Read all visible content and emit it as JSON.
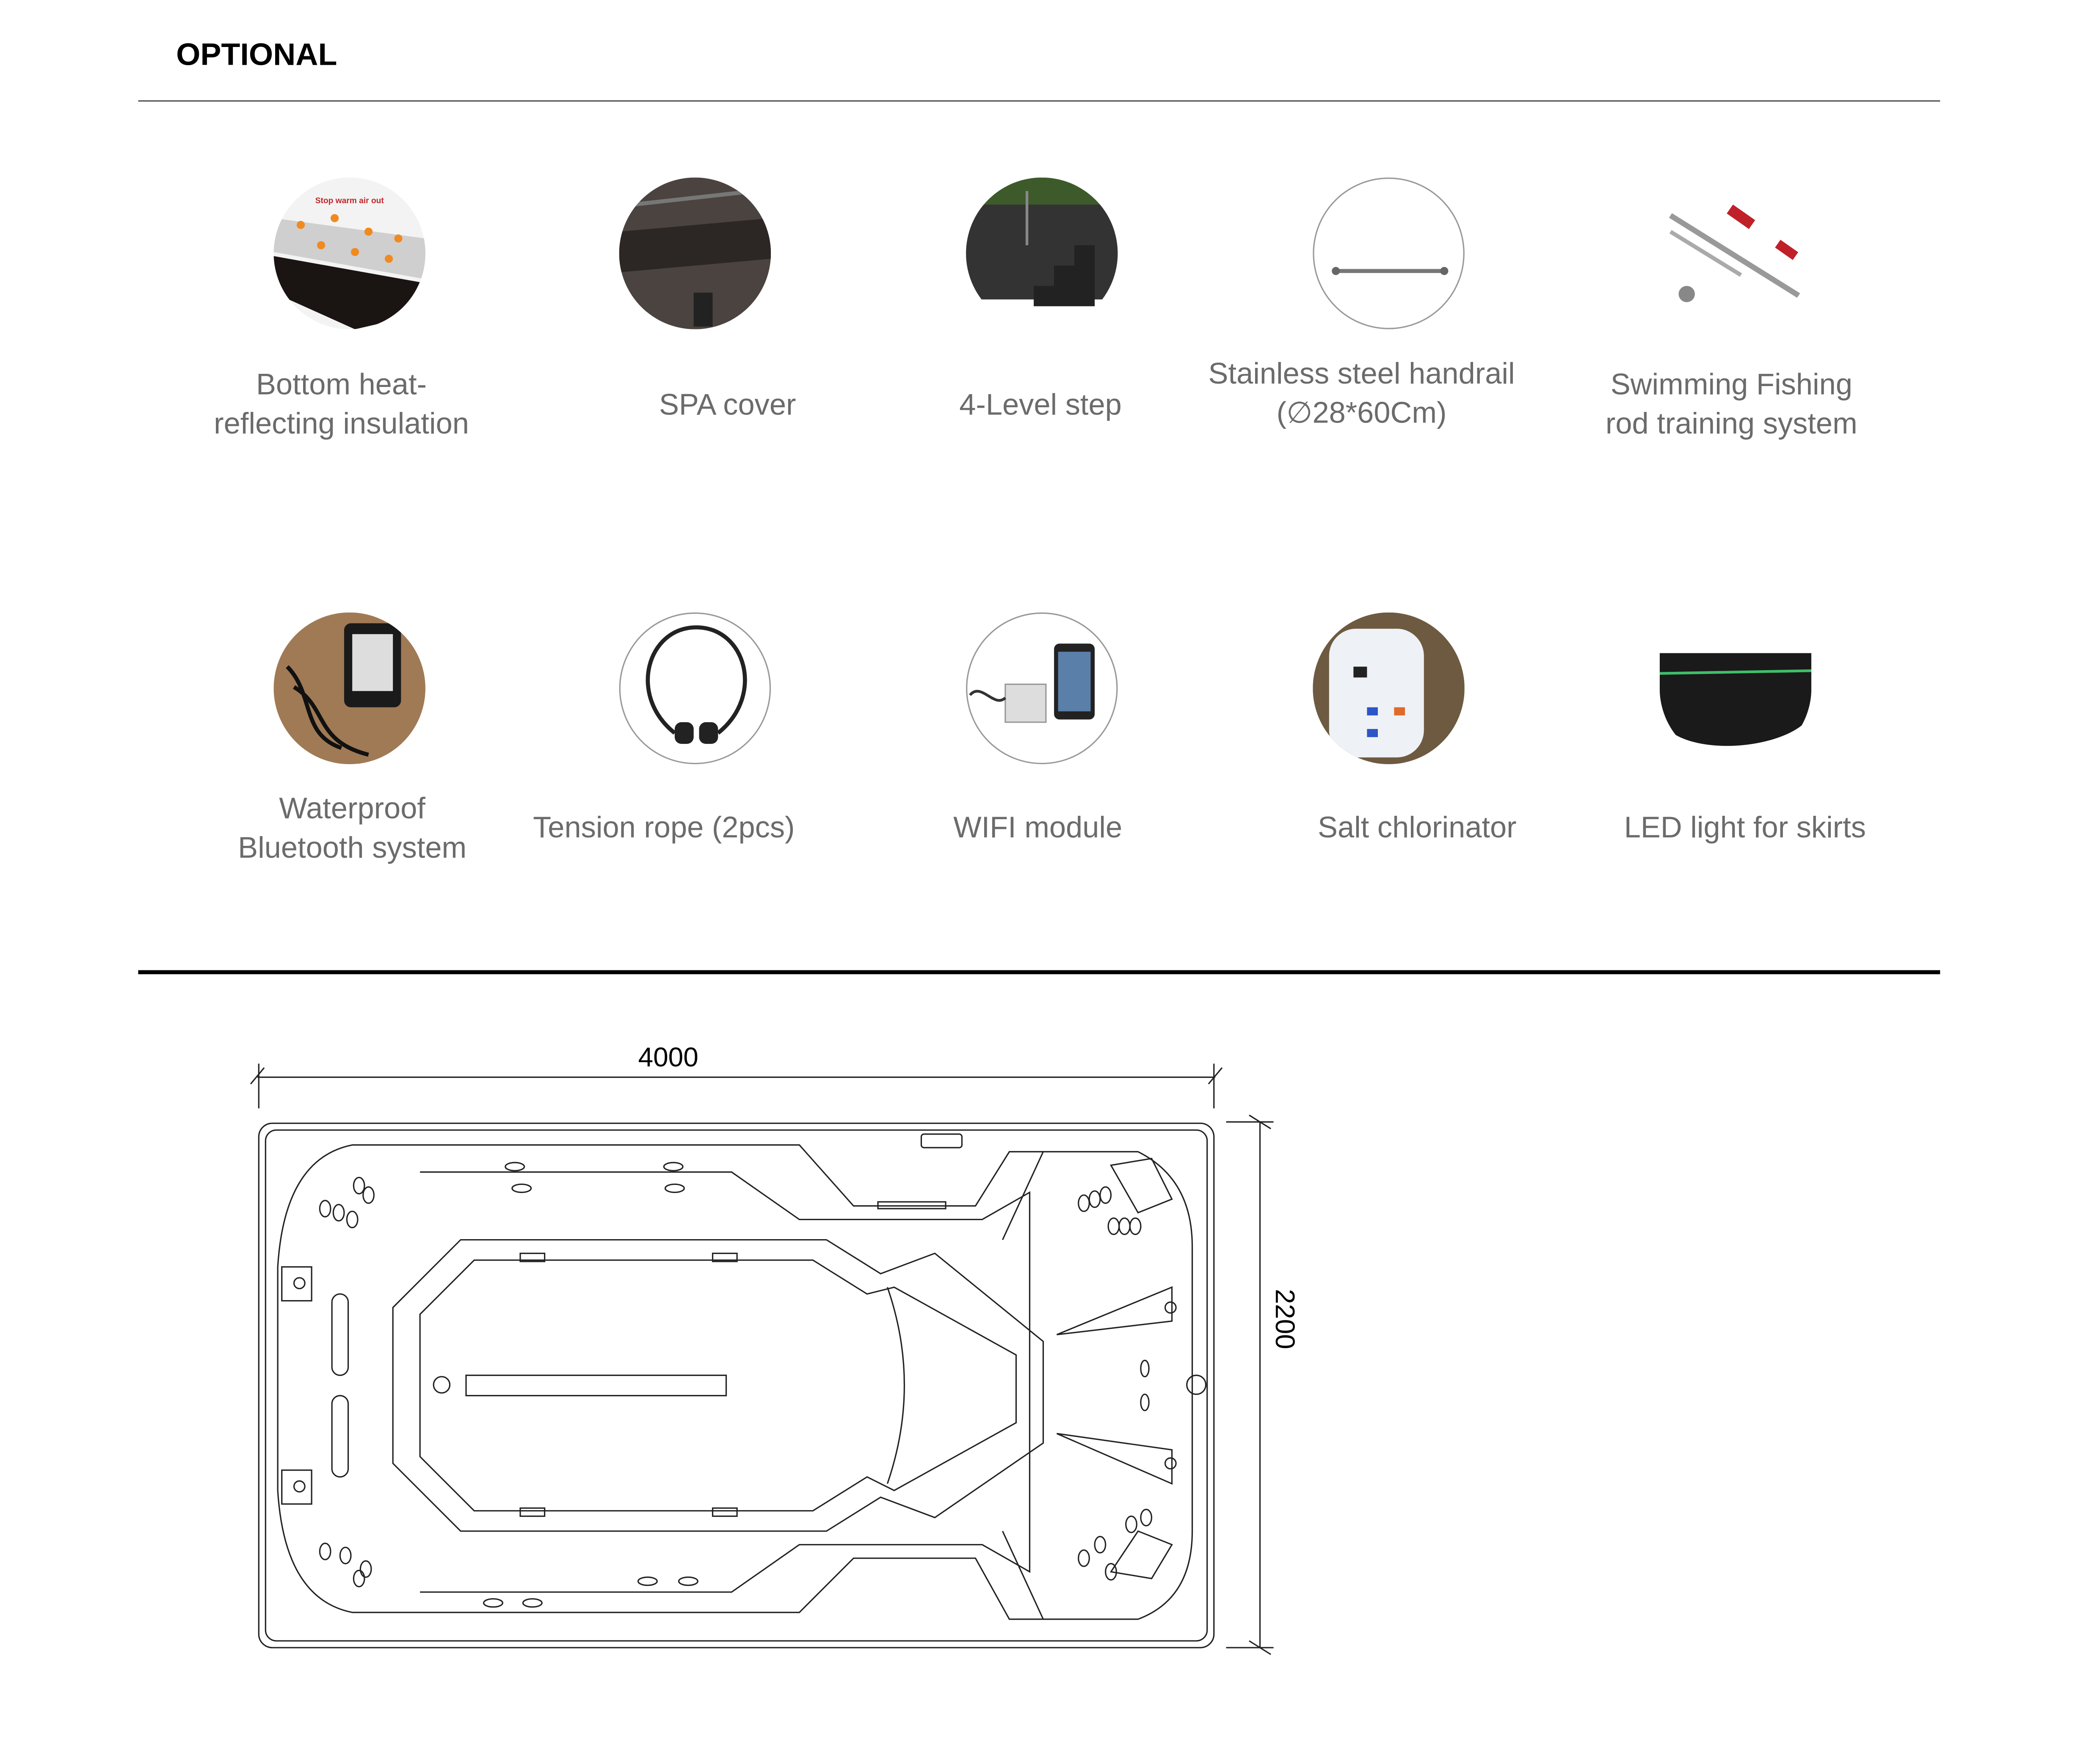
{
  "section_title": "OPTIONAL",
  "items": [
    {
      "label": "Bottom heat-\nreflecting insulation",
      "image_text": "Stop warm air out"
    },
    {
      "label": "SPA cover"
    },
    {
      "label": "4-Level step"
    },
    {
      "label": "Stainless steel handrail\n(∅28*60Cm)"
    },
    {
      "label": "Swimming Fishing\nrod training system"
    },
    {
      "label": "Waterproof\nBluetooth system"
    },
    {
      "label": "Tension rope (2pcs)"
    },
    {
      "label": "WIFI module"
    },
    {
      "label": "Salt chlorinator"
    },
    {
      "label": "LED light for skirts"
    }
  ],
  "drawing": {
    "width_dim": "4000",
    "depth_dim": "2200"
  }
}
